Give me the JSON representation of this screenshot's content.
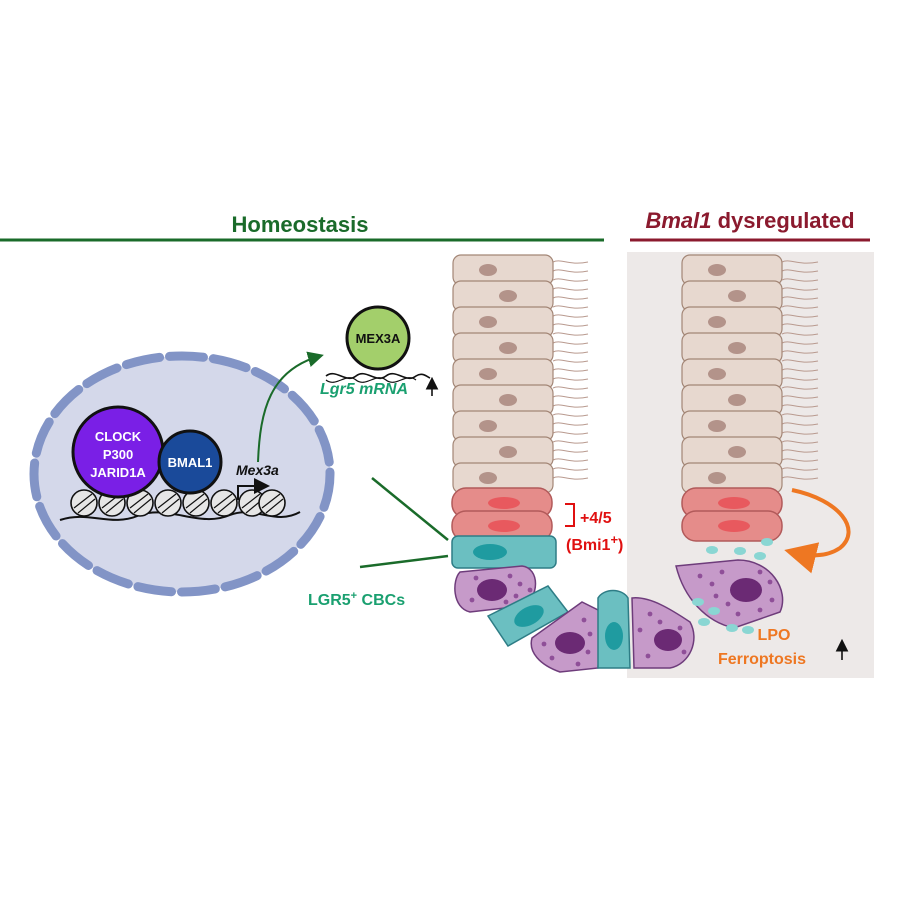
{
  "headers": {
    "homeostasis": "Homeostasis",
    "dysregulated_italic": "Bmal1",
    "dysregulated_rest": " dysregulated"
  },
  "nucleus": {
    "complex_lines": [
      "CLOCK",
      "P300",
      "JARID1A"
    ],
    "bmal1": "BMAL1",
    "gene": "Mex3a"
  },
  "mex3a": {
    "label": "MEX3A",
    "mrna_text": "Lgr5 mRNA",
    "up_arrow": "↑"
  },
  "labels": {
    "plus45": "+4/5",
    "bmi1_open": "(Bmi1",
    "bmi1_sup": "+",
    "bmi1_close": ")",
    "lgr5_main": "LGR5",
    "lgr5_sup": "+",
    "lgr5_rest": " CBCs",
    "lpo": "LPO",
    "ferroptosis": "Ferroptosis",
    "ferro_arrow": "↑"
  },
  "colors": {
    "homeostasis_green": "#1a6b2a",
    "dysregulated_red": "#8b1a2e",
    "teal_text": "#1aa070",
    "red_text": "#e01010",
    "orange_text": "#ee7722",
    "nucleus_fill": "#d4d8ea",
    "nucleus_border": "#8294c6",
    "complex_purple": "#7a1fe6",
    "bmal_blue": "#1a4a9a",
    "mex3a_green": "#a3cf6b",
    "column_beige": "#e7d8cf",
    "cbc_teal": "#6bbfc1",
    "pink_cell": "#e58c8a",
    "paneth_purple": "#c69ac9"
  }
}
